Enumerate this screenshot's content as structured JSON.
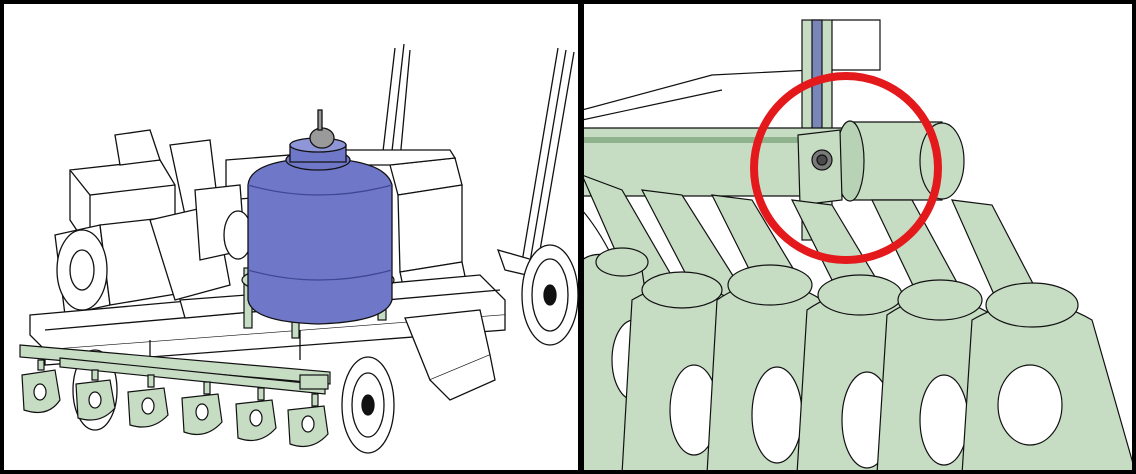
{
  "figure": {
    "panels": [
      {
        "id": "overall-view",
        "content": "cad-render"
      },
      {
        "id": "detail-view",
        "content": "cad-render"
      }
    ],
    "colors": {
      "background": "#ffffff",
      "outline": "#111111",
      "frame": "#000000",
      "part_green": "#c6ddc4",
      "part_green_dark": "#8fb38d",
      "tank_blue": "#6f78c8",
      "tank_blue_dark": "#3f4794",
      "highlight_circle": "#e3191c"
    },
    "icons": {
      "highlight": "red-circle-highlight"
    }
  }
}
